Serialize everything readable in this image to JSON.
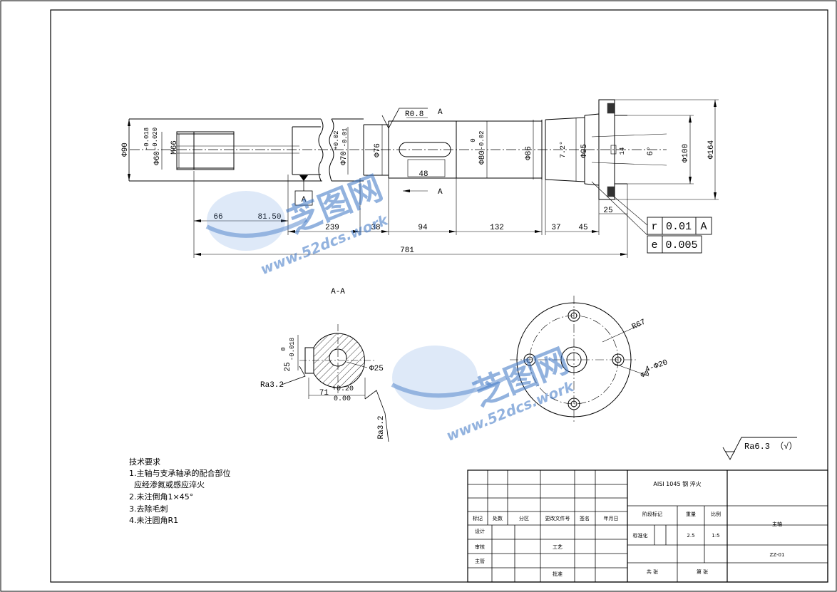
{
  "drawing": {
    "dims": {
      "d90": "Φ90",
      "d60": "Φ60",
      "d60_tol_up": "-0.018",
      "d60_tol_low": "-0.020",
      "m66": "M66",
      "d70": "Φ70",
      "d70_tol_up": "+0.02",
      "d70_tol_low": "-0.01",
      "d76": "Φ76",
      "d80": "Φ80",
      "d80_tol_up": "0",
      "d80_tol_low": "-0.02",
      "d86": "Φ86",
      "d95": "Φ95",
      "d100": "Φ100",
      "d164": "Φ164",
      "angle_725": "7.2°",
      "angle_6": "6°",
      "dim_14": "14",
      "len_66": "66",
      "len_8150": "81.50",
      "len_239": "239",
      "len_38": "38",
      "len_94": "94",
      "len_132": "132",
      "len_37": "37",
      "len_45": "45",
      "len_25": "25",
      "len_781": "781",
      "len_48": "48",
      "r08": "R0.8",
      "sec_a_top": "A",
      "sec_a_bottom": "A",
      "datum_a": "A"
    },
    "gdt": {
      "r_sym": "r",
      "r_val": "0.01",
      "r_ref": "A",
      "e_sym": "e",
      "e_val": "0.005"
    },
    "section": {
      "title": "A-A",
      "d25_hole": "Φ25",
      "w25": "25",
      "w25_tol_up": "0",
      "w25_tol_low": "-0.018",
      "h71": "71",
      "h71_tol_up": "+0.20",
      "h71_tol_low": "0.00",
      "ra32_left": "Ra3.2",
      "ra32_bottom": "Ra3.2"
    },
    "flange": {
      "r67": "R67",
      "holes": "4-Φ20",
      "holes2": "Φ8"
    },
    "roughness": "Ra6.3 （√）"
  },
  "notes": {
    "title": "技术要求",
    "items": [
      "1.主轴与支承轴承的配合部位",
      "  应经渗氮或感应淬火",
      "2.未注倒角1×45°",
      "3.去除毛刺",
      "4.未注圆角R1"
    ]
  },
  "titleblock": {
    "material": "AISI 1045 钢 淬火",
    "mark": "标记",
    "count": "处数",
    "zone": "分区",
    "change_doc": "更改文件号",
    "sign": "签名",
    "date": "年月日",
    "stage_mark": "阶段标记",
    "weight": "重量",
    "scale_label": "比例",
    "design": "设计",
    "standard": "标准化",
    "check": "审核",
    "process": "工艺",
    "chief": "主管",
    "approve": "批准",
    "weight_val": "2.5",
    "scale_val": "1:5",
    "part_name": "主轴",
    "drawing_no": "ZZ-01",
    "sheet": "共 张",
    "sheet_of": "第 张"
  },
  "watermark": {
    "brand": "芝图网",
    "url": "www.52dcs.work"
  }
}
